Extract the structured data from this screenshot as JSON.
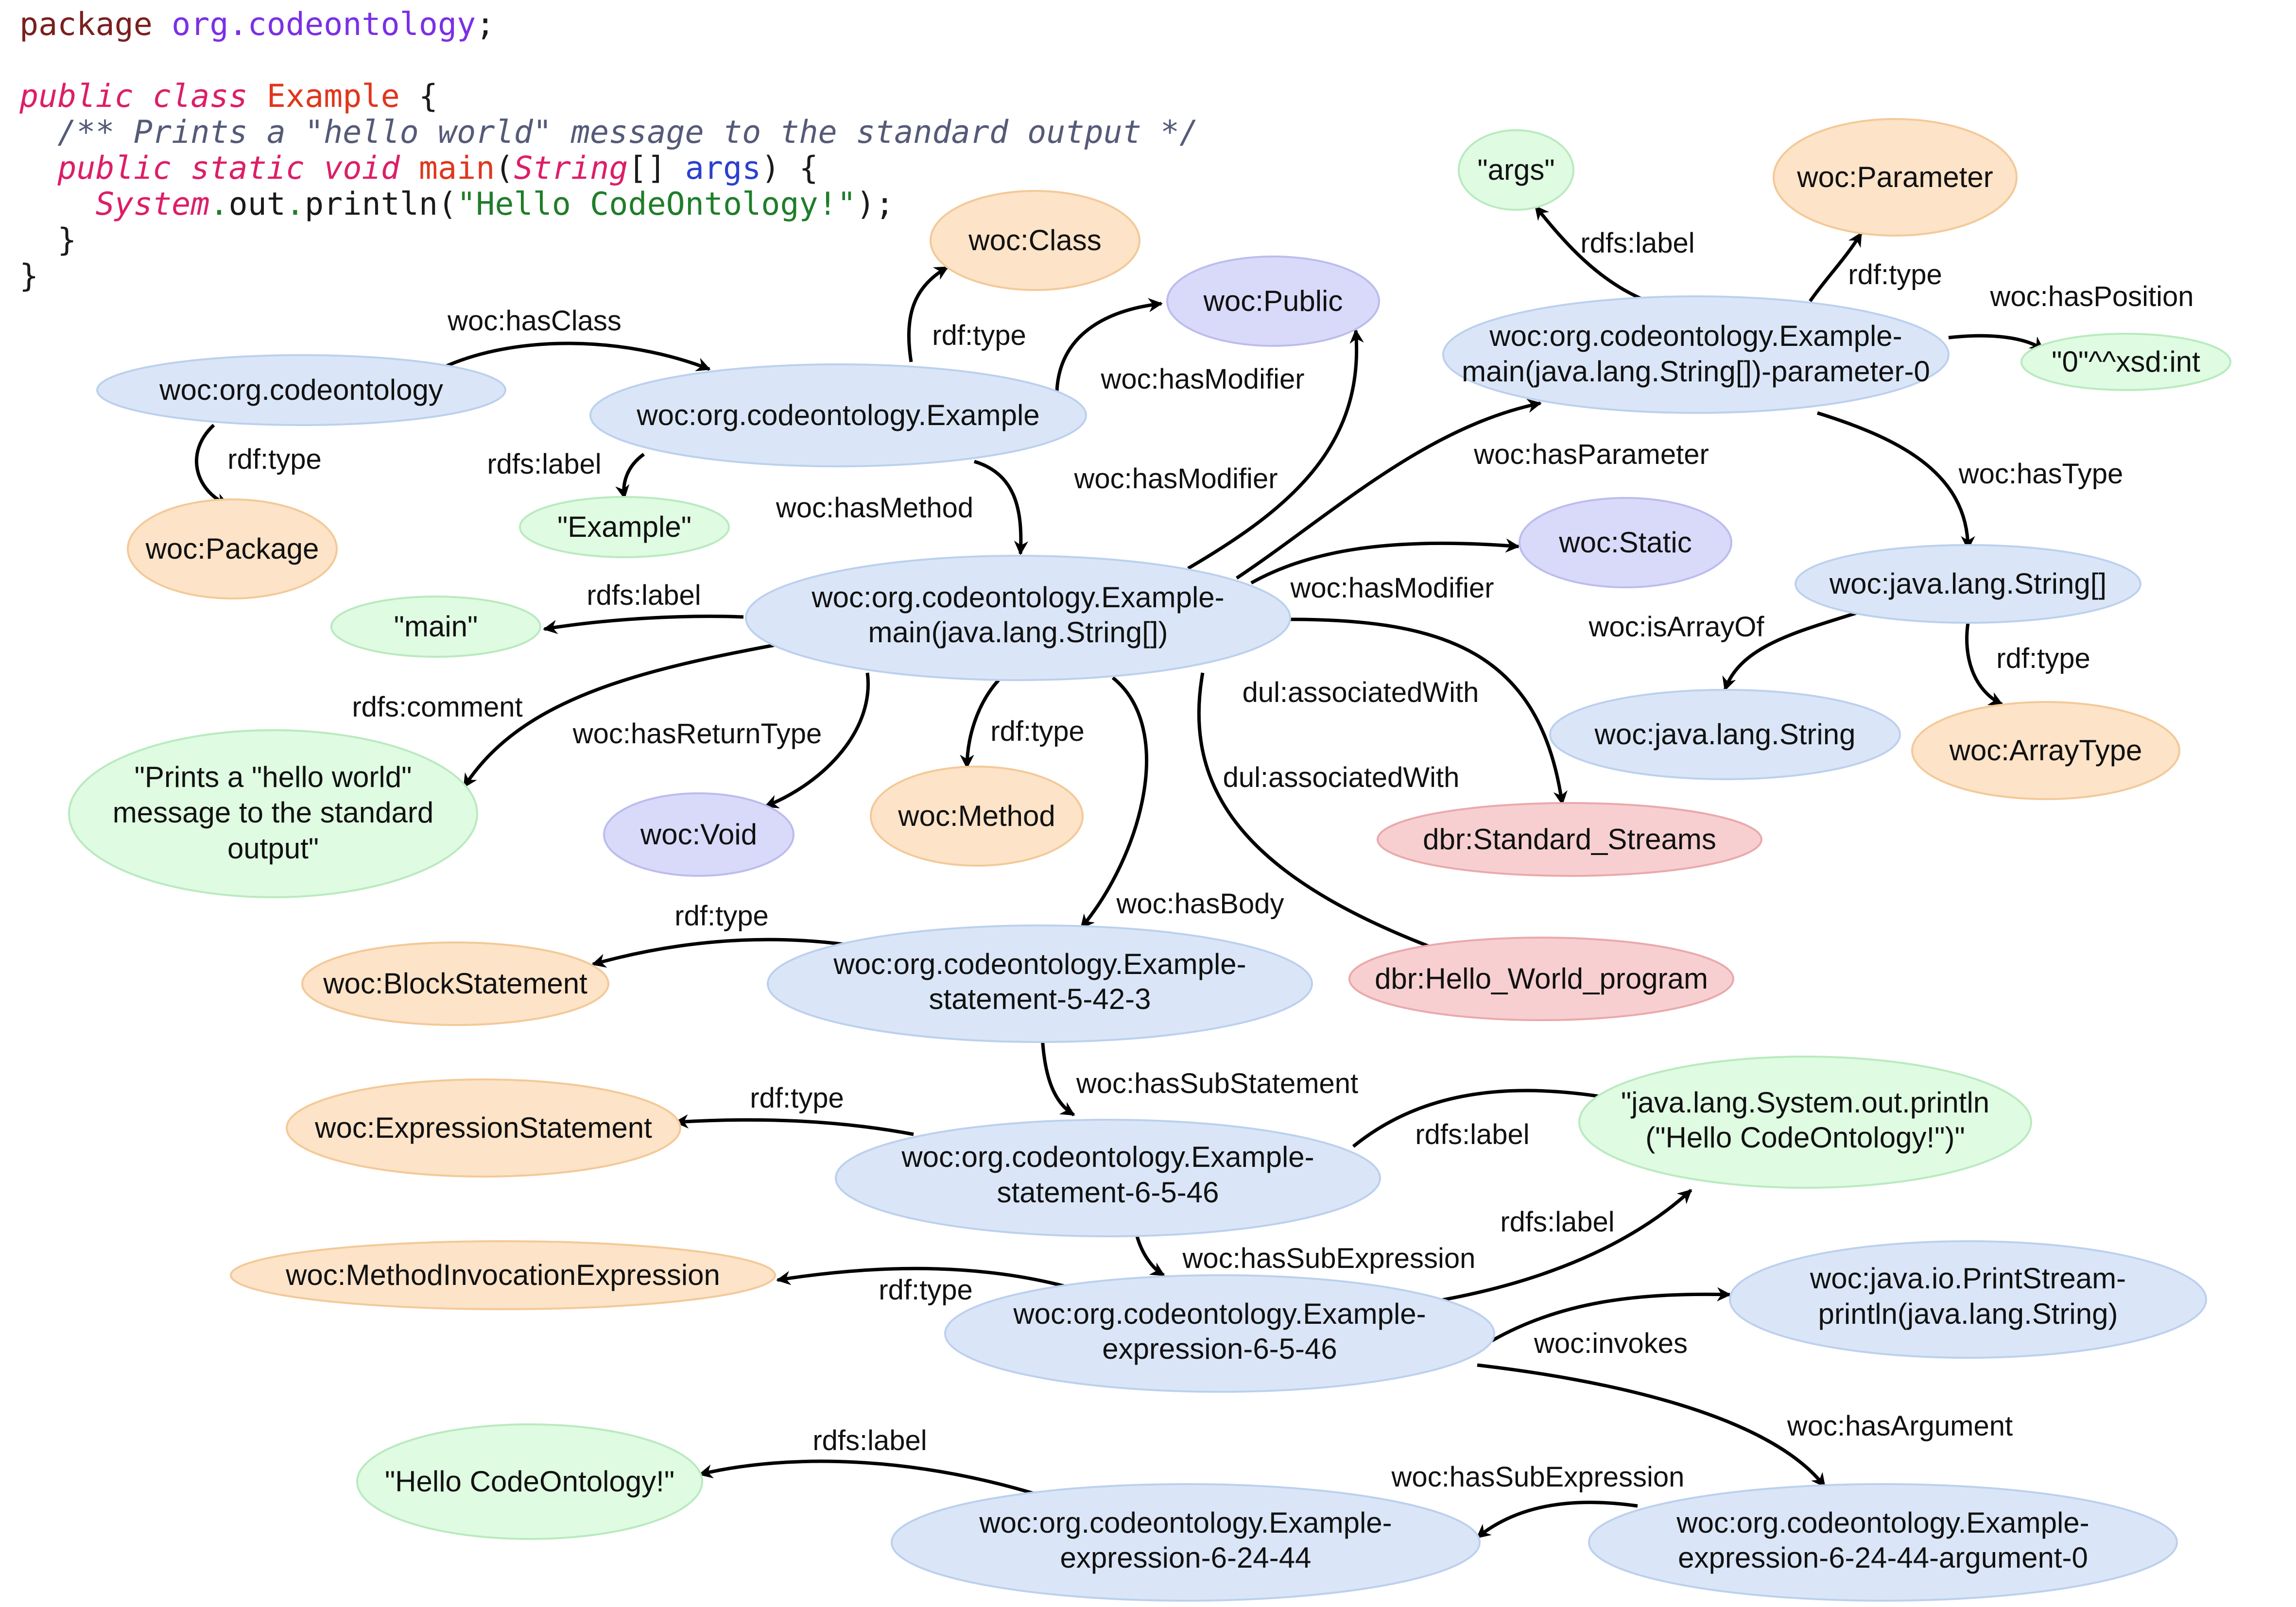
{
  "code": {
    "line1": {
      "kw": "package",
      "ns": "org.codeontology",
      "end": ";"
    },
    "line2": {
      "kw1": "public",
      "kw2": "class",
      "cls": "Example",
      "end": " {"
    },
    "line3": {
      "comment": "/** Prints a \"hello world\" message to the standard output */"
    },
    "line4": {
      "kw1": "public",
      "kw2": "static",
      "kw3": "void",
      "fn": "main",
      "open": "(",
      "ty": "String",
      "brackets": "[] ",
      "arg": "args",
      "end": ") {"
    },
    "line5": {
      "sys": "System",
      "dot1": ".",
      "out": "out",
      "dot2": ".",
      "call": "println(",
      "str": "\"Hello CodeOntology!\"",
      "end": ");"
    },
    "line6": "}",
    "line7": "}"
  },
  "colors": {
    "resource": "#dae6f7",
    "resource_stroke": "#bcd0ee",
    "literal": "#dffbe2",
    "literal_stroke": "#b9eabf",
    "type": "#fde3c7",
    "type_stroke": "#f3c998",
    "modifier": "#d9d9fa",
    "modifier_stroke": "#bcbcee",
    "dbpedia": "#f7cfd0",
    "dbpedia_stroke": "#eaa9ab"
  },
  "nodes": {
    "woc_codeontology": "woc:org.codeontology",
    "woc_package": "woc:Package",
    "example_class": "woc:org.codeontology.Example",
    "woc_class": "woc:Class",
    "woc_public": "woc:Public",
    "lit_example": "\"Example\"",
    "lit_args": "\"args\"",
    "woc_parameter": "woc:Parameter",
    "param_line1": "woc:org.codeontology.Example-",
    "param_line2": "main(java.lang.String[])-parameter-0",
    "lit_zero": "\"0\"^^xsd:int",
    "main_line1": "woc:org.codeontology.Example-",
    "main_line2": "main(java.lang.String[])",
    "lit_main": "\"main\"",
    "woc_static": "woc:Static",
    "string_array": "woc:java.lang.String[]",
    "java_string": "woc:java.lang.String",
    "woc_arraytype": "woc:ArrayType",
    "comment_line1": "\"Prints a \"hello world\"",
    "comment_line2": "message to the standard",
    "comment_line3": "output\"",
    "woc_void": "woc:Void",
    "woc_method": "woc:Method",
    "dbr_streams": "dbr:Standard_Streams",
    "dbr_hello": "dbr:Hello_World_program",
    "woc_blockstatement": "woc:BlockStatement",
    "stmt1_line1": "woc:org.codeontology.Example-",
    "stmt1_line2": "statement-5-42-3",
    "woc_exprstatement": "woc:ExpressionStatement",
    "stmt2_line1": "woc:org.codeontology.Example-",
    "stmt2_line2": "statement-6-5-46",
    "lit_println_line1": "\"java.lang.System.out.println",
    "lit_println_line2": "(\"Hello CodeOntology!\")\"",
    "woc_methodinvocation": "woc:MethodInvocationExpression",
    "expr1_line1": "woc:org.codeontology.Example-",
    "expr1_line2": "expression-6-5-46",
    "printstream_line1": "woc:java.io.PrintStream-",
    "printstream_line2": "println(java.lang.String)",
    "lit_hello": "\"Hello CodeOntology!\"",
    "expr2_line1": "woc:org.codeontology.Example-",
    "expr2_line2": "expression-6-24-44",
    "expr3_line1": "woc:org.codeontology.Example-",
    "expr3_line2": "expression-6-24-44-argument-0"
  },
  "edges": {
    "hasClass": "woc:hasClass",
    "pkg_type": "rdf:type",
    "class_type": "rdf:type",
    "class_label": "rdfs:label",
    "class_modifier": "woc:hasModifier",
    "class_hasMethod": "woc:hasMethod",
    "main_modifier_public": "woc:hasModifier",
    "main_hasParameter": "woc:hasParameter",
    "main_modifier_static": "woc:hasModifier",
    "param_label": "rdfs:label",
    "param_type": "rdf:type",
    "param_position": "woc:hasPosition",
    "param_hasType": "woc:hasType",
    "array_isArrayOf": "woc:isArrayOf",
    "array_type": "rdf:type",
    "main_label": "rdfs:label",
    "main_comment": "rdfs:comment",
    "main_returnType": "woc:hasReturnType",
    "main_type": "rdf:type",
    "main_assoc1": "dul:associatedWith",
    "main_assoc2": "dul:associatedWith",
    "main_hasBody": "woc:hasBody",
    "stmt1_type": "rdf:type",
    "stmt1_sub": "woc:hasSubStatement",
    "stmt2_type": "rdf:type",
    "stmt2_label": "rdfs:label",
    "stmt2_subexpr": "woc:hasSubExpression",
    "expr1_type": "rdf:type",
    "expr1_label": "rdfs:label",
    "expr1_invokes": "woc:invokes",
    "expr1_argument": "woc:hasArgument",
    "expr3_subexpr": "woc:hasSubExpression",
    "expr2_label": "rdfs:label"
  }
}
